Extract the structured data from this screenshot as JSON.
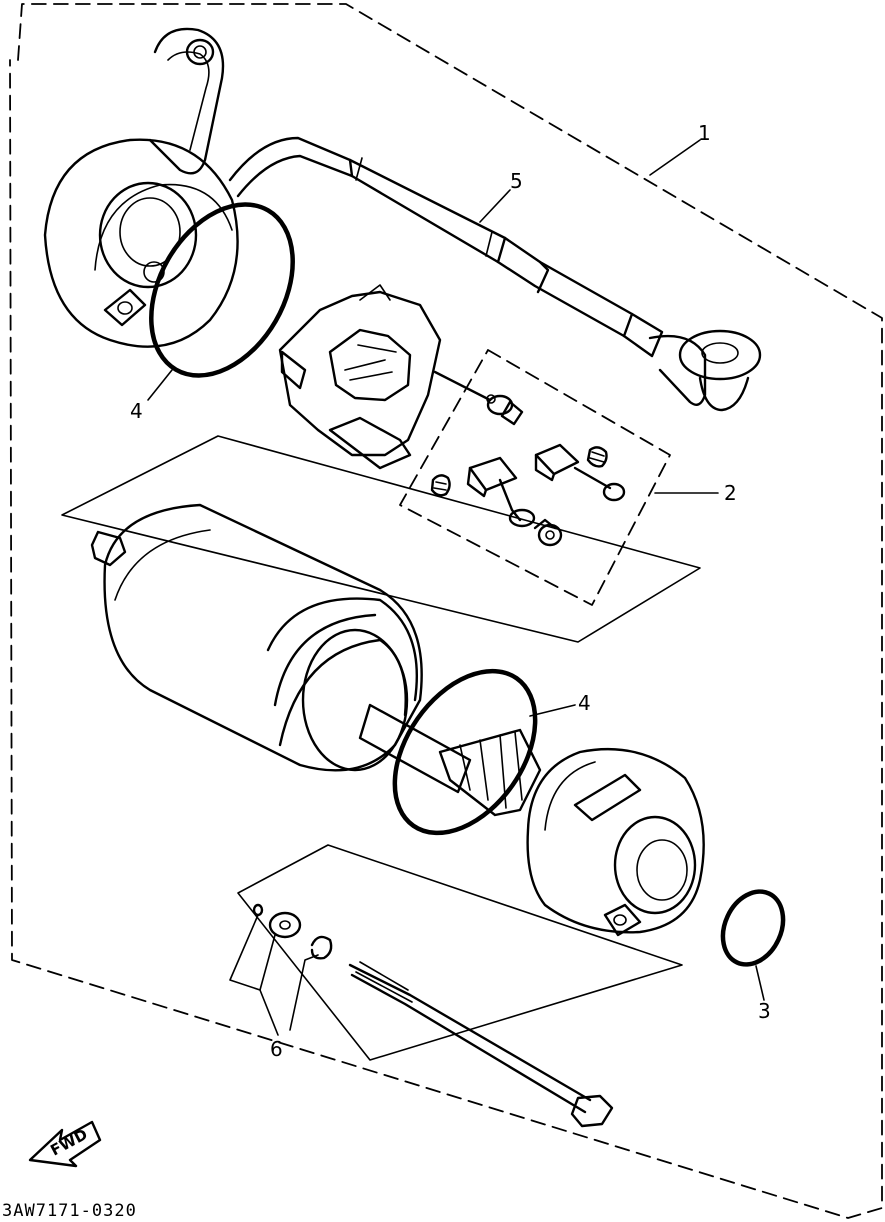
{
  "diagram": {
    "callouts": {
      "c1": "1",
      "c2": "2",
      "c3": "3",
      "c4a": "4",
      "c4b": "4",
      "c5": "5",
      "c6": "6"
    },
    "direction_arrow_label": "FWD",
    "drawing_code": "3AW7171-0320"
  }
}
